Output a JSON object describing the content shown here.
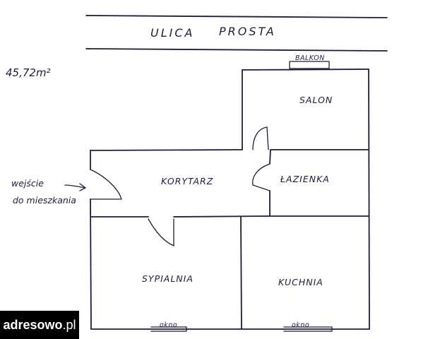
{
  "street": {
    "word1": "ULICA",
    "word2": "PROSTA"
  },
  "area": "45,72m²",
  "balcony": "BALKON",
  "rooms": {
    "salon": "SALON",
    "bathroom": "ŁAZIENKA",
    "corridor": "KORYTARZ",
    "bedroom": "SYPIALNIA",
    "kitchen": "KUCHNIA"
  },
  "entrance": {
    "line1": "wejście",
    "line2": "do mieszkania"
  },
  "windows": {
    "bedroom": "okno",
    "kitchen": "okno"
  },
  "brand": {
    "name": "adresowo",
    "tld": ".pl"
  },
  "colors": {
    "ink": "#1b1f3a",
    "logo_bg": "#000000",
    "logo_text": "#ffffff"
  }
}
